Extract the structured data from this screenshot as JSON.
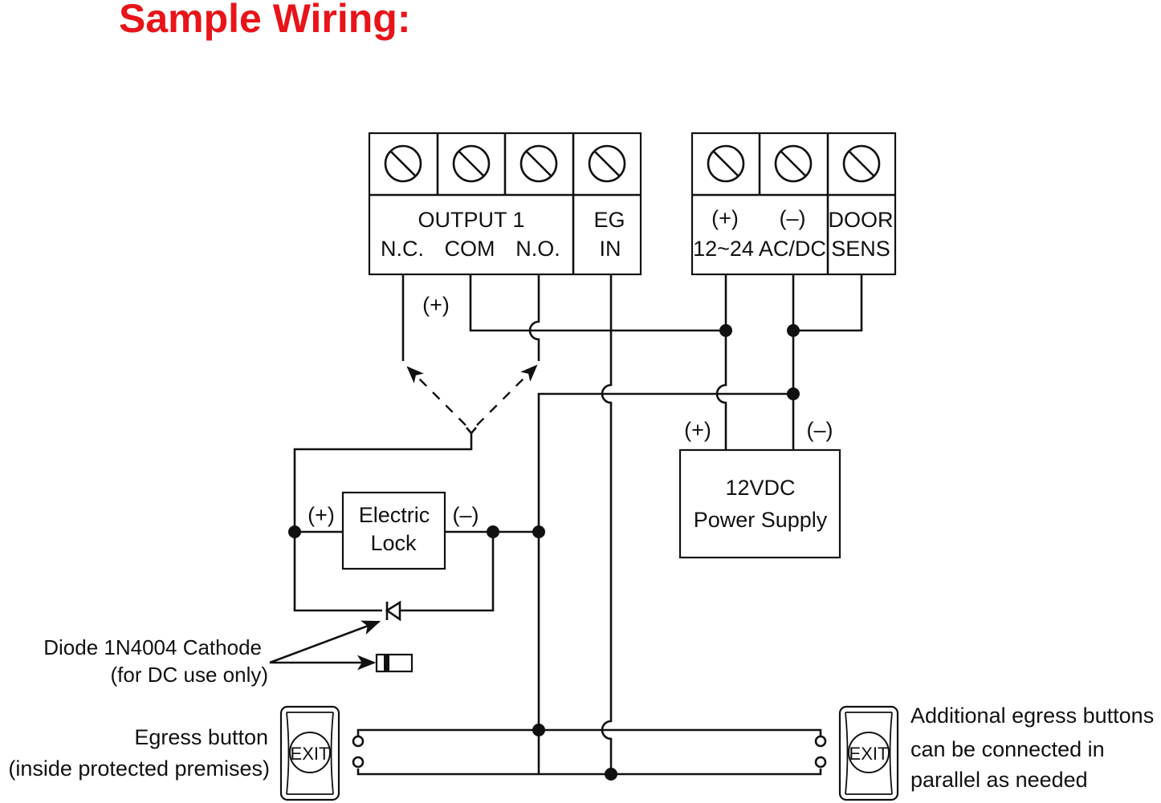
{
  "title": "Sample Wiring:",
  "colors": {
    "title": "#e8141a",
    "line": "#111111"
  },
  "terminal_block_1": {
    "output_label": "OUTPUT 1",
    "terminals": [
      "N.C.",
      "COM",
      "N.O."
    ],
    "eg_label_1": "EG",
    "eg_label_2": "IN"
  },
  "terminal_block_2": {
    "plus": "(+)",
    "minus": "(–)",
    "power_label": "12~24 AC/DC",
    "door_label_1": "DOOR",
    "door_label_2": "SENS"
  },
  "nc_polarity": "(+)",
  "power_supply": {
    "line1": "12VDC",
    "line2": "Power Supply",
    "plus": "(+)",
    "minus": "(–)"
  },
  "electric_lock": {
    "line1": "Electric",
    "line2": "Lock",
    "plus": "(+)",
    "minus": "(–)"
  },
  "diode_note": {
    "line1": "Diode 1N4004 Cathode",
    "line2": "(for DC use only)"
  },
  "egress_main": {
    "line1": "Egress button",
    "line2": "(inside protected premises)",
    "button_text": "EXIT"
  },
  "egress_additional": {
    "line1": "Additional egress buttons",
    "line2": "can be connected in",
    "line3": "parallel as needed",
    "button_text": "EXIT"
  }
}
